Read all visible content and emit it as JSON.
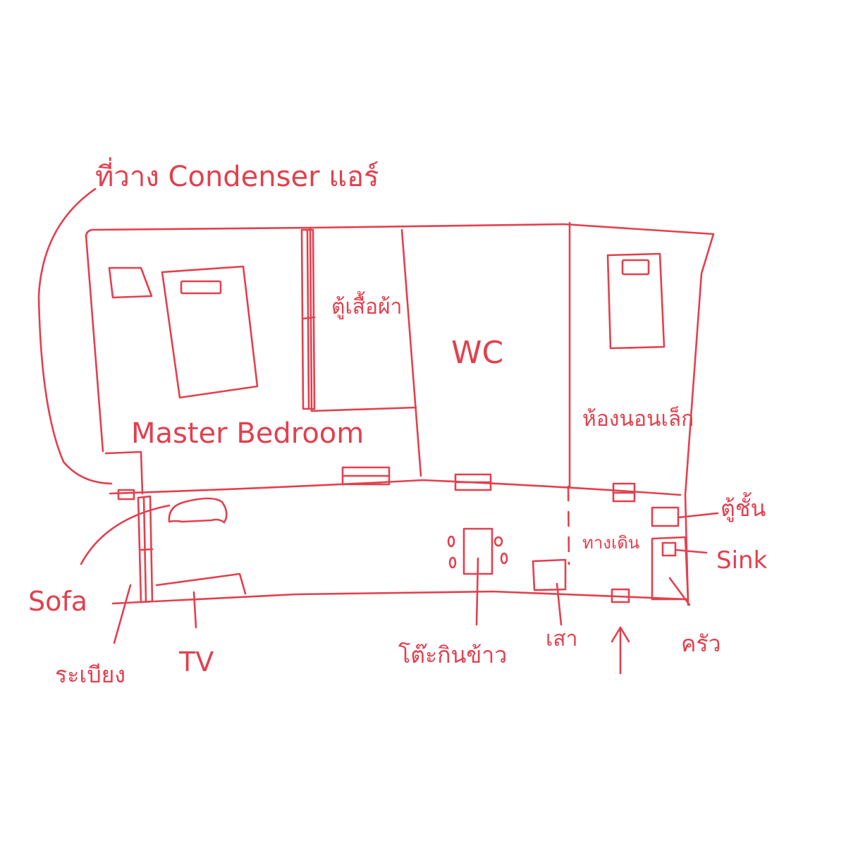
{
  "ink_color": "#e2404e",
  "background": "#ffffff",
  "labels": {
    "condenser": "ที่วาง Condenser แอร์",
    "wardrobe": "ตู้เสื้อผ้า",
    "wc": "WC",
    "small_bedroom": "ห้องนอนเล็ก",
    "master_bedroom": "Master Bedroom",
    "shelf": "ตู้ชั้น",
    "walkway": "ทางเดิน",
    "sink": "Sink",
    "sofa": "Sofa",
    "balcony": "ระเบียง",
    "tv": "TV",
    "dining_table": "โต๊ะกินข้าว",
    "pillar": "เสา",
    "kitchen": "ครัว"
  }
}
